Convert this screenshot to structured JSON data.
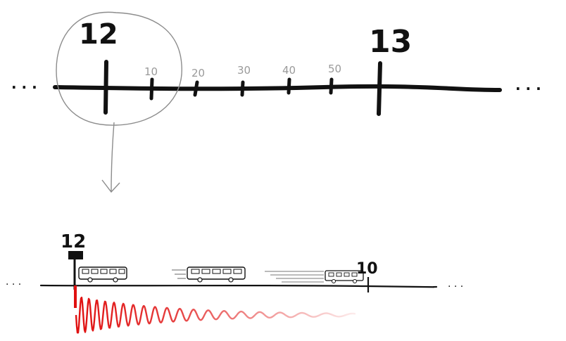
{
  "top_timeline": {
    "hour_start_label": "12",
    "hour_end_label": "13",
    "minute_labels": [
      "10",
      "20",
      "30",
      "40",
      "50"
    ],
    "continuation_left": "· · ·",
    "continuation_right": "· · ·"
  },
  "zoomed_timeline": {
    "hour_label": "12",
    "minute_label": "10",
    "continuation_left": "· · ·",
    "continuation_right": "· · ·"
  },
  "colors": {
    "ink": "#111111",
    "pencil": "#9a9a9a",
    "wave": "#e01010"
  },
  "icons": {
    "vehicle": "bus-icon",
    "zoom": "magnify-circle-icon",
    "arrow": "arrow-down-icon"
  }
}
